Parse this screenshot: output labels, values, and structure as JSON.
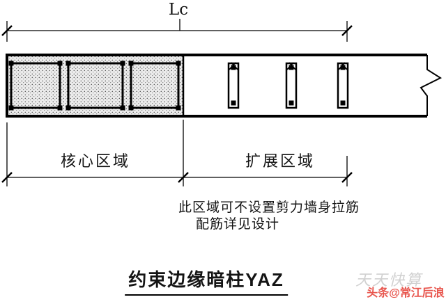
{
  "drawing": {
    "dimension_label": "Lc",
    "core_region_label": "核心区域",
    "extension_region_label": "扩展区域",
    "note_line1": "此区域可不设置剪力墙身拉筋",
    "note_line2": "配筋详见设计",
    "title": "约束边缘暗柱YAZ"
  },
  "watermark": {
    "background_text": "天天快算",
    "text": "头条@常江后浪",
    "color": "#e8564e"
  },
  "colors": {
    "line": "#000000",
    "background": "#ffffff",
    "stipple_fill": "#ececec"
  }
}
